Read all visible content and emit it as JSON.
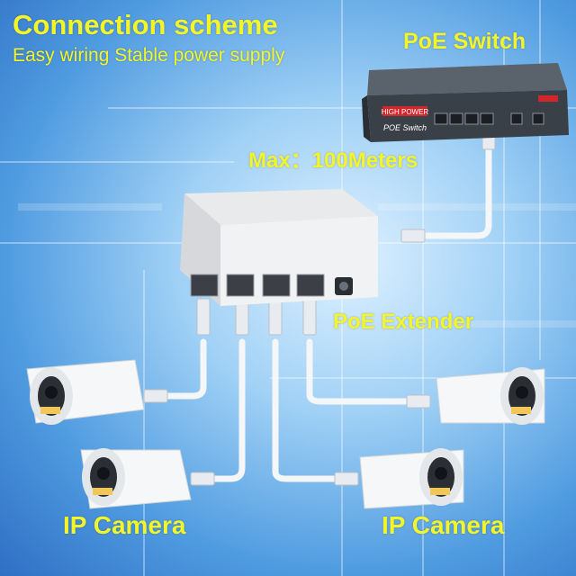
{
  "header": {
    "title": "Connection scheme",
    "subtitle": "Easy wiring Stable power supply"
  },
  "labels": {
    "poe_switch": "PoE Switch",
    "distance": "Max：100Meters",
    "poe_extender": "PoE Extender",
    "camera_left": "IP Camera",
    "camera_right": "IP Camera"
  },
  "switch_panel": {
    "badge": "HIGH POWER",
    "model": "POE Switch"
  },
  "colors": {
    "label_yellow": "#f2f52a",
    "switch_body": "#3a4048",
    "badge_red": "#d2262b"
  },
  "icons": [
    "poe-switch-icon",
    "poe-extender-icon",
    "ethernet-cable-icon",
    "ip-camera-icon"
  ]
}
